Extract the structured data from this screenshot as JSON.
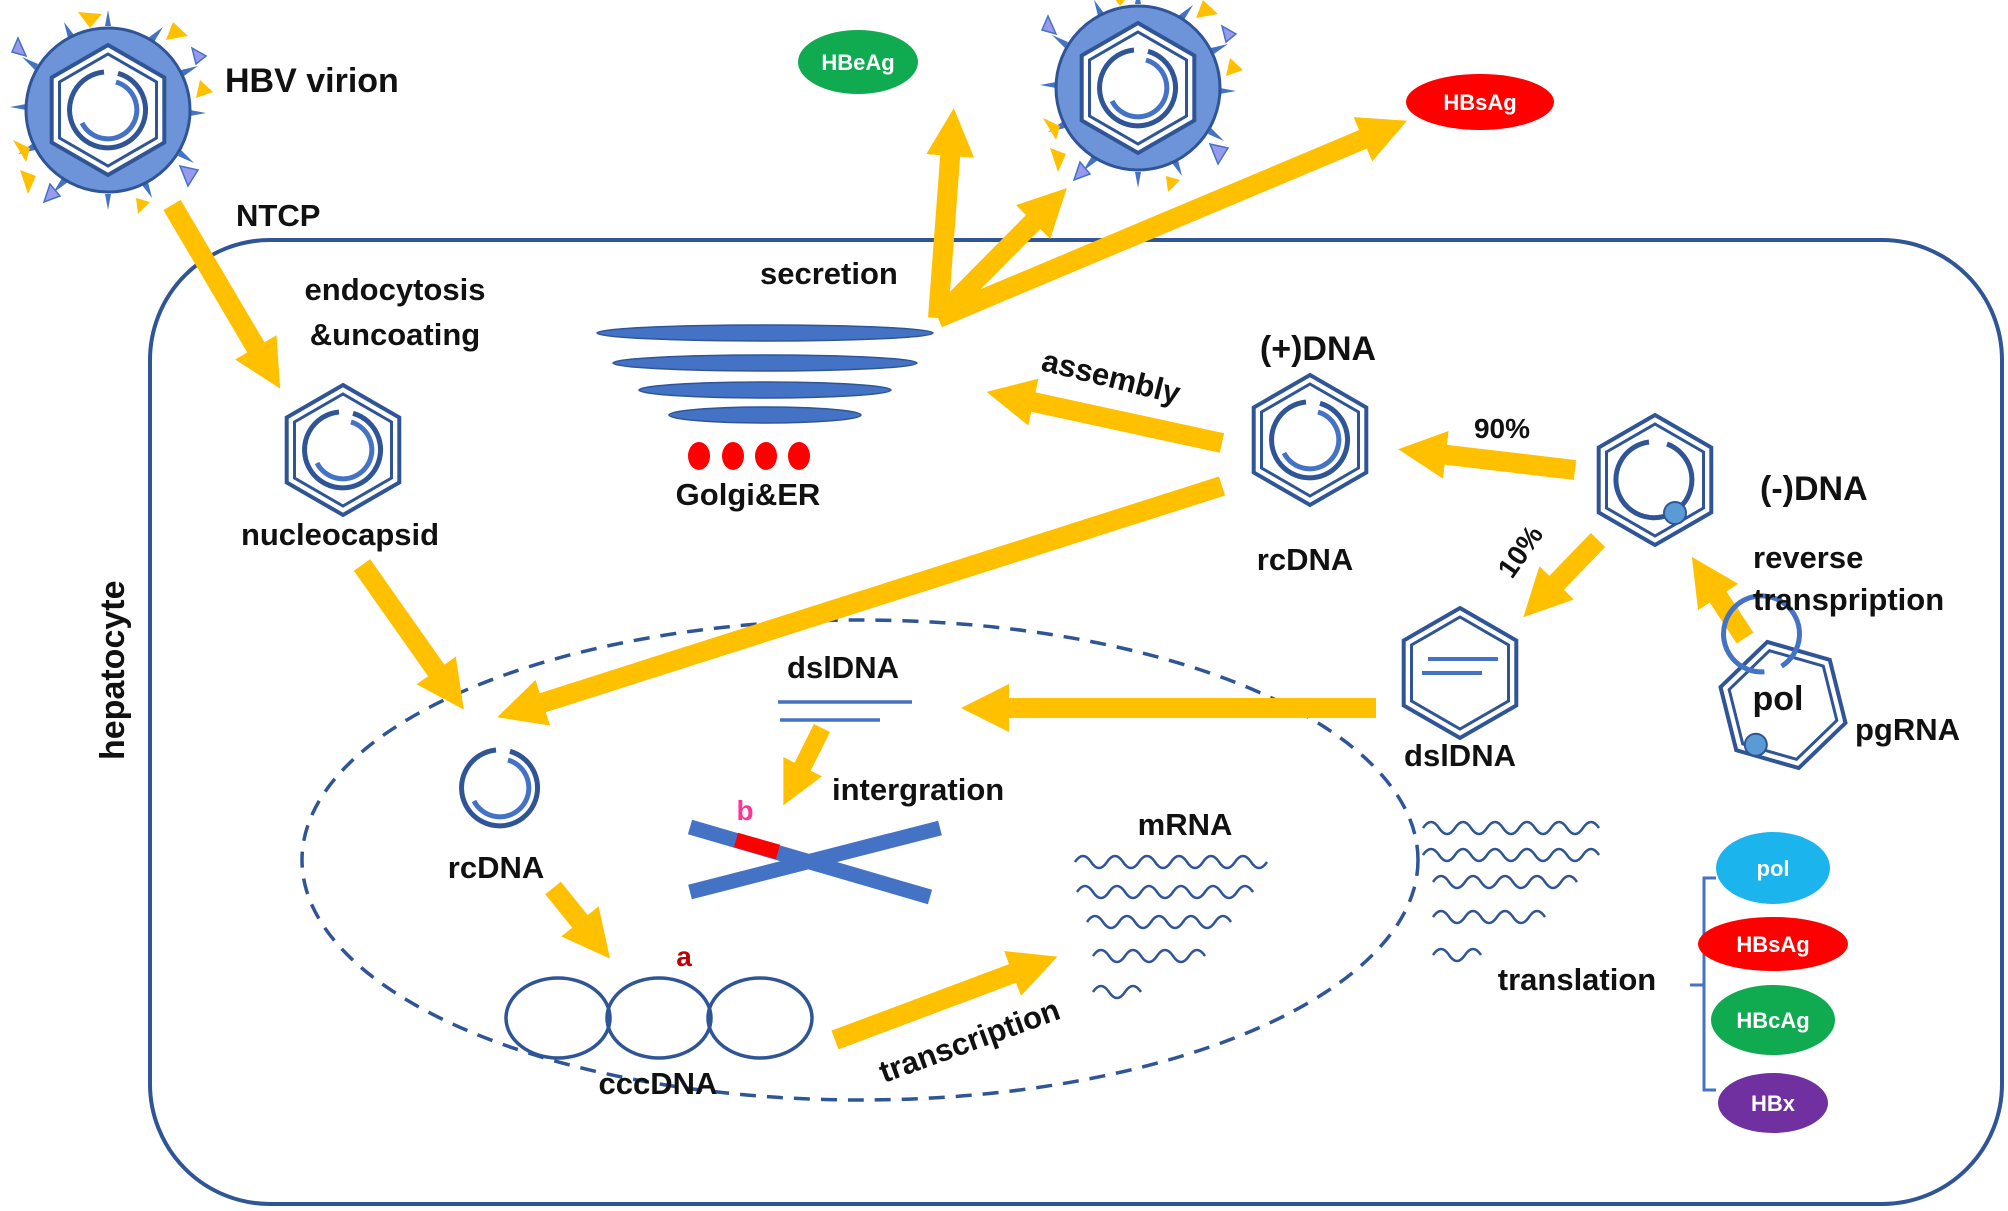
{
  "labels": {
    "hbv_virion": "HBV virion",
    "ntcp": "NTCP",
    "endocytosis_line1": "endocytosis",
    "endocytosis_line2": "&uncoating",
    "nucleocapsid": "nucleocapsid",
    "hepatocyte": "hepatocyte",
    "secretion": "secretion",
    "golgi_er": "Golgi&ER",
    "assembly": "assembly",
    "plus_dna": "(+)DNA",
    "rcdna_top": "rcDNA",
    "pct_90": "90%",
    "pct_10": "10%",
    "minus_dna": "(-)DNA",
    "reverse_line1": "reverse",
    "reverse_line2": "transpription",
    "pol_in_capsid": "pol",
    "pgrna": "pgRNA",
    "dsldna_capsid": "dslDNA",
    "dsldna_nucleus": "dslDNA",
    "rcdna_nucleus": "rcDNA",
    "integration": "intergration",
    "mark_a": "a",
    "mark_b": "b",
    "cccdna": "cccDNA",
    "transcription": "transcription",
    "mrna": "mRNA",
    "translation": "translation"
  },
  "proteins_secreted": {
    "hbeag": "HBeAg",
    "hbsag": "HBsAg"
  },
  "proteins_translated": [
    {
      "label": "pol",
      "color": "#1cb4ec"
    },
    {
      "label": "HBsAg",
      "color": "#ff0000"
    },
    {
      "label": "HBcAg",
      "color": "#10aa50"
    },
    {
      "label": "HBx",
      "color": "#7030a0"
    }
  ],
  "colors": {
    "arrow": "#ffc000",
    "outline": "#2f5597",
    "capsid": "#4472c4",
    "hbeag": "#10aa50",
    "hbsag": "#ff0000",
    "golgi_dot": "#ff0000",
    "mark_a": "#c00000",
    "mark_b": "#ff3399"
  }
}
